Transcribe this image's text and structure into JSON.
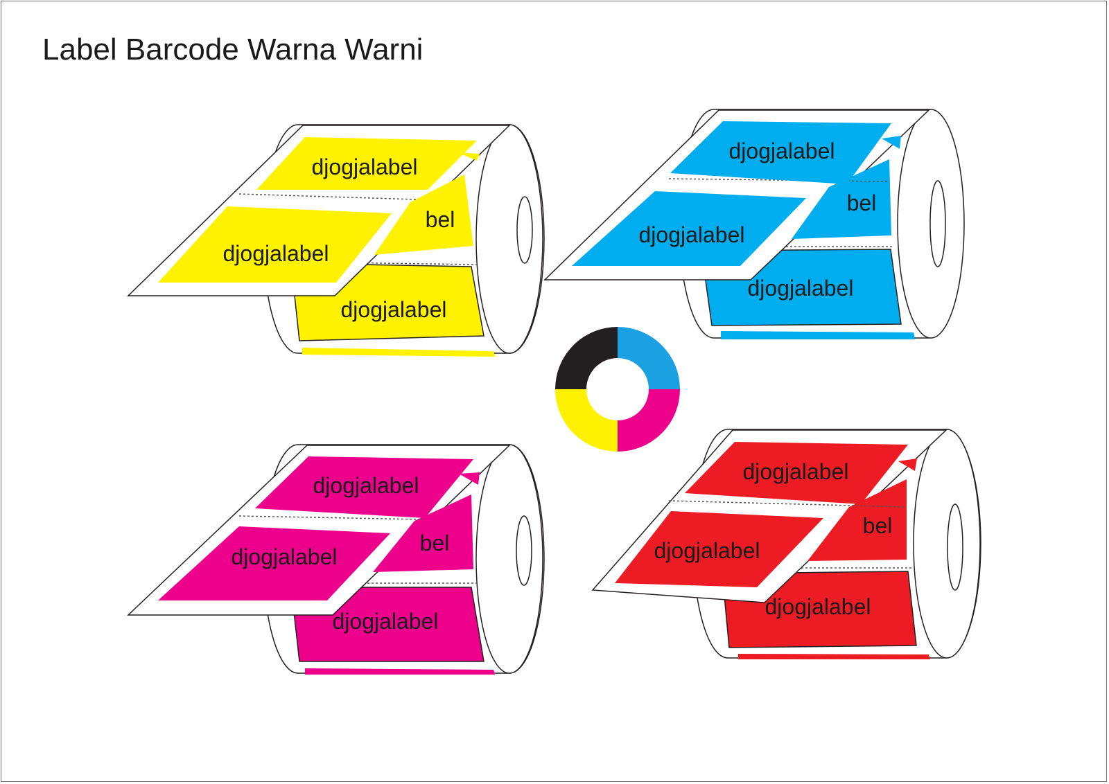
{
  "title": "Label Barcode Warna Warni",
  "rolls": [
    {
      "color_name": "yellow",
      "color": "#fff200",
      "labels": [
        "djogjalabel",
        "djogjalabel",
        "bel",
        "djogjalabel"
      ]
    },
    {
      "color_name": "cyan",
      "color": "#00aeef",
      "labels": [
        "djogjalabel",
        "djogjalabel",
        "bel",
        "djogjalabel"
      ]
    },
    {
      "color_name": "magenta",
      "color": "#ec008c",
      "labels": [
        "djogjalabel",
        "djogjalabel",
        "bel",
        "djogjalabel"
      ]
    },
    {
      "color_name": "red",
      "color": "#ed1c24",
      "labels": [
        "djogjalabel",
        "djogjalabel",
        "bel",
        "djogjalabel"
      ]
    }
  ],
  "cmyk_wheel": {
    "segments": [
      {
        "name": "cyan",
        "color": "#1ba1e2"
      },
      {
        "name": "magenta",
        "color": "#ec008c"
      },
      {
        "name": "yellow",
        "color": "#fff200"
      },
      {
        "name": "black",
        "color": "#231f20"
      }
    ]
  }
}
